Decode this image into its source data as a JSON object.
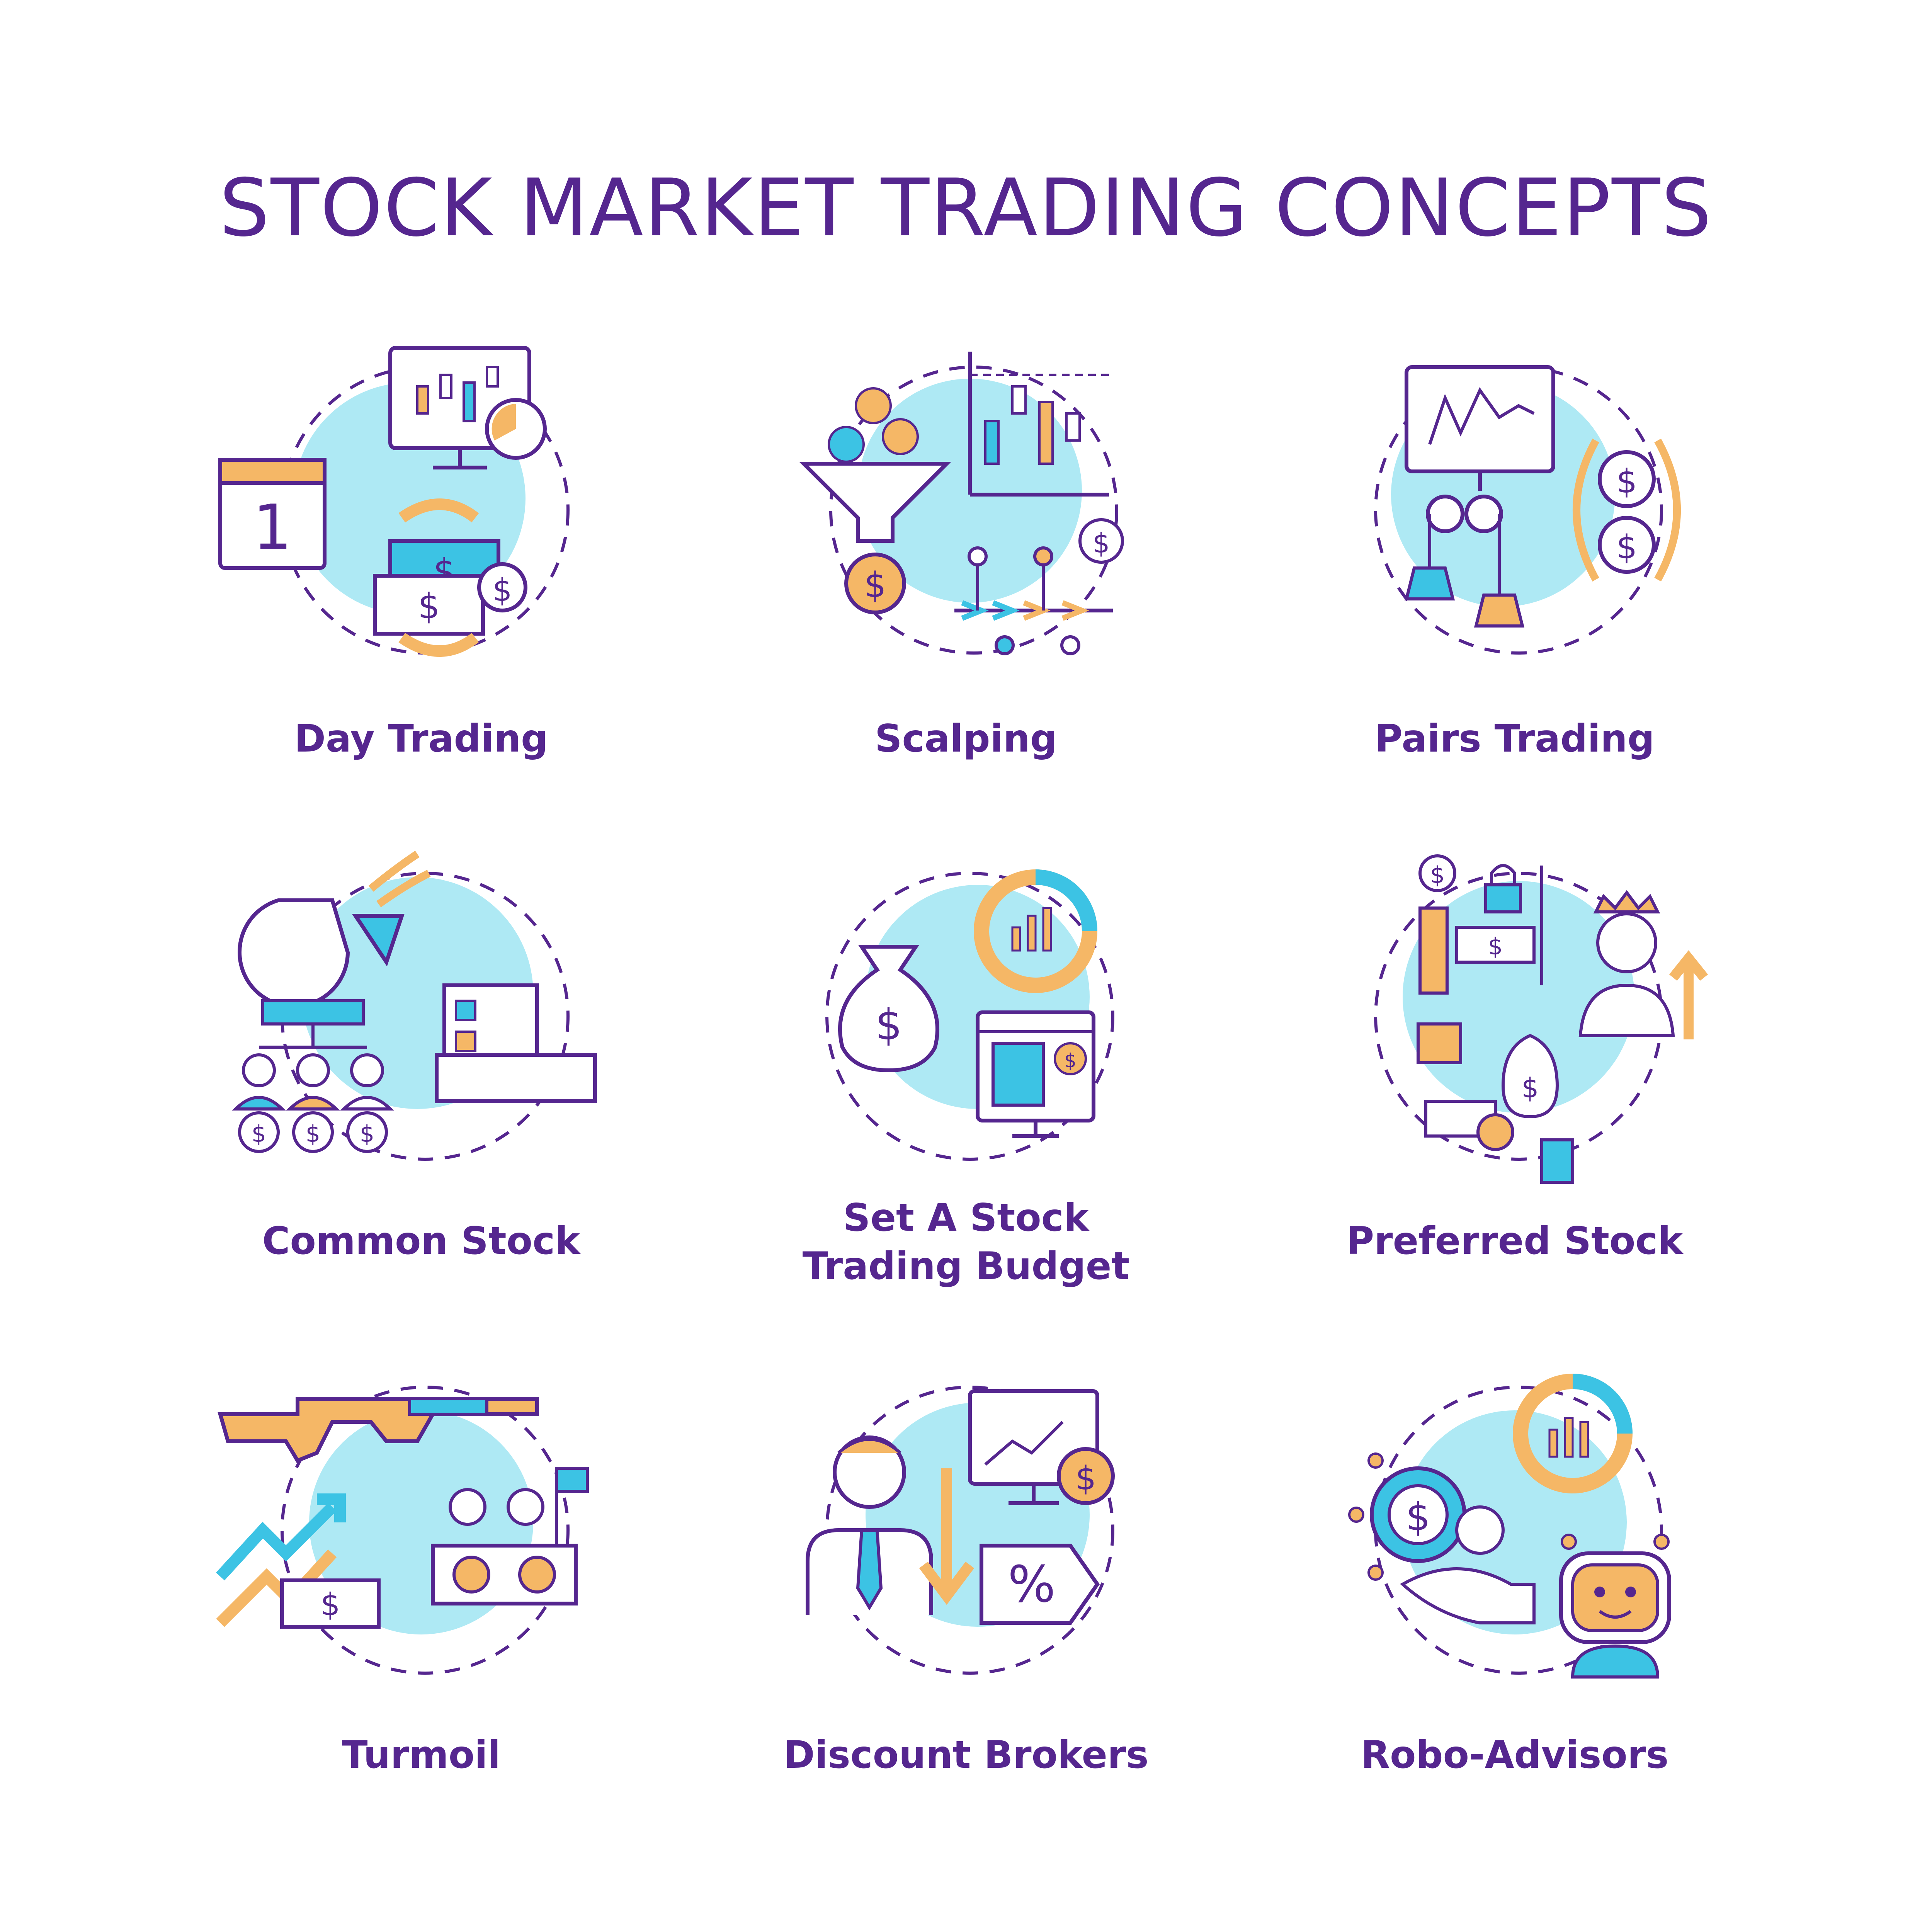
{
  "title": "STOCK MARKET TRADING CONCEPTS",
  "colors": {
    "purple": "#55268f",
    "blue": "#aee9f4",
    "cyan": "#3cc3e4",
    "orange": "#f5b766"
  },
  "icons": [
    {
      "icon": "day-trading-icon",
      "label": "Day Trading"
    },
    {
      "icon": "scalping-icon",
      "label": "Scalping"
    },
    {
      "icon": "pairs-trading-icon",
      "label": "Pairs Trading"
    },
    {
      "icon": "common-stock-icon",
      "label": "Common Stock"
    },
    {
      "icon": "stock-budget-icon",
      "label_line1": "Set A Stock",
      "label_line2": "Trading Budget"
    },
    {
      "icon": "preferred-stock-icon",
      "label": "Preferred Stock"
    },
    {
      "icon": "turmoil-icon",
      "label": "Turmoil"
    },
    {
      "icon": "discount-brokers-icon",
      "label": "Discount Brokers"
    },
    {
      "icon": "robo-advisors-icon",
      "label": "Robo-Advisors"
    }
  ]
}
